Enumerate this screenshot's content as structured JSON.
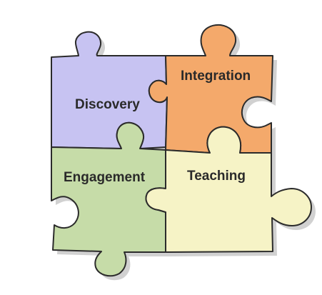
{
  "pieces": {
    "discovery": {
      "label": "Discovery",
      "color": "#c7c3f2"
    },
    "integration": {
      "label": "Integration",
      "color": "#f4a96b"
    },
    "engagement": {
      "label": "Engagement",
      "color": "#c6dca8"
    },
    "teaching": {
      "label": "Teaching",
      "color": "#f6f3c6"
    }
  },
  "outline_color": "#2b2b2b"
}
